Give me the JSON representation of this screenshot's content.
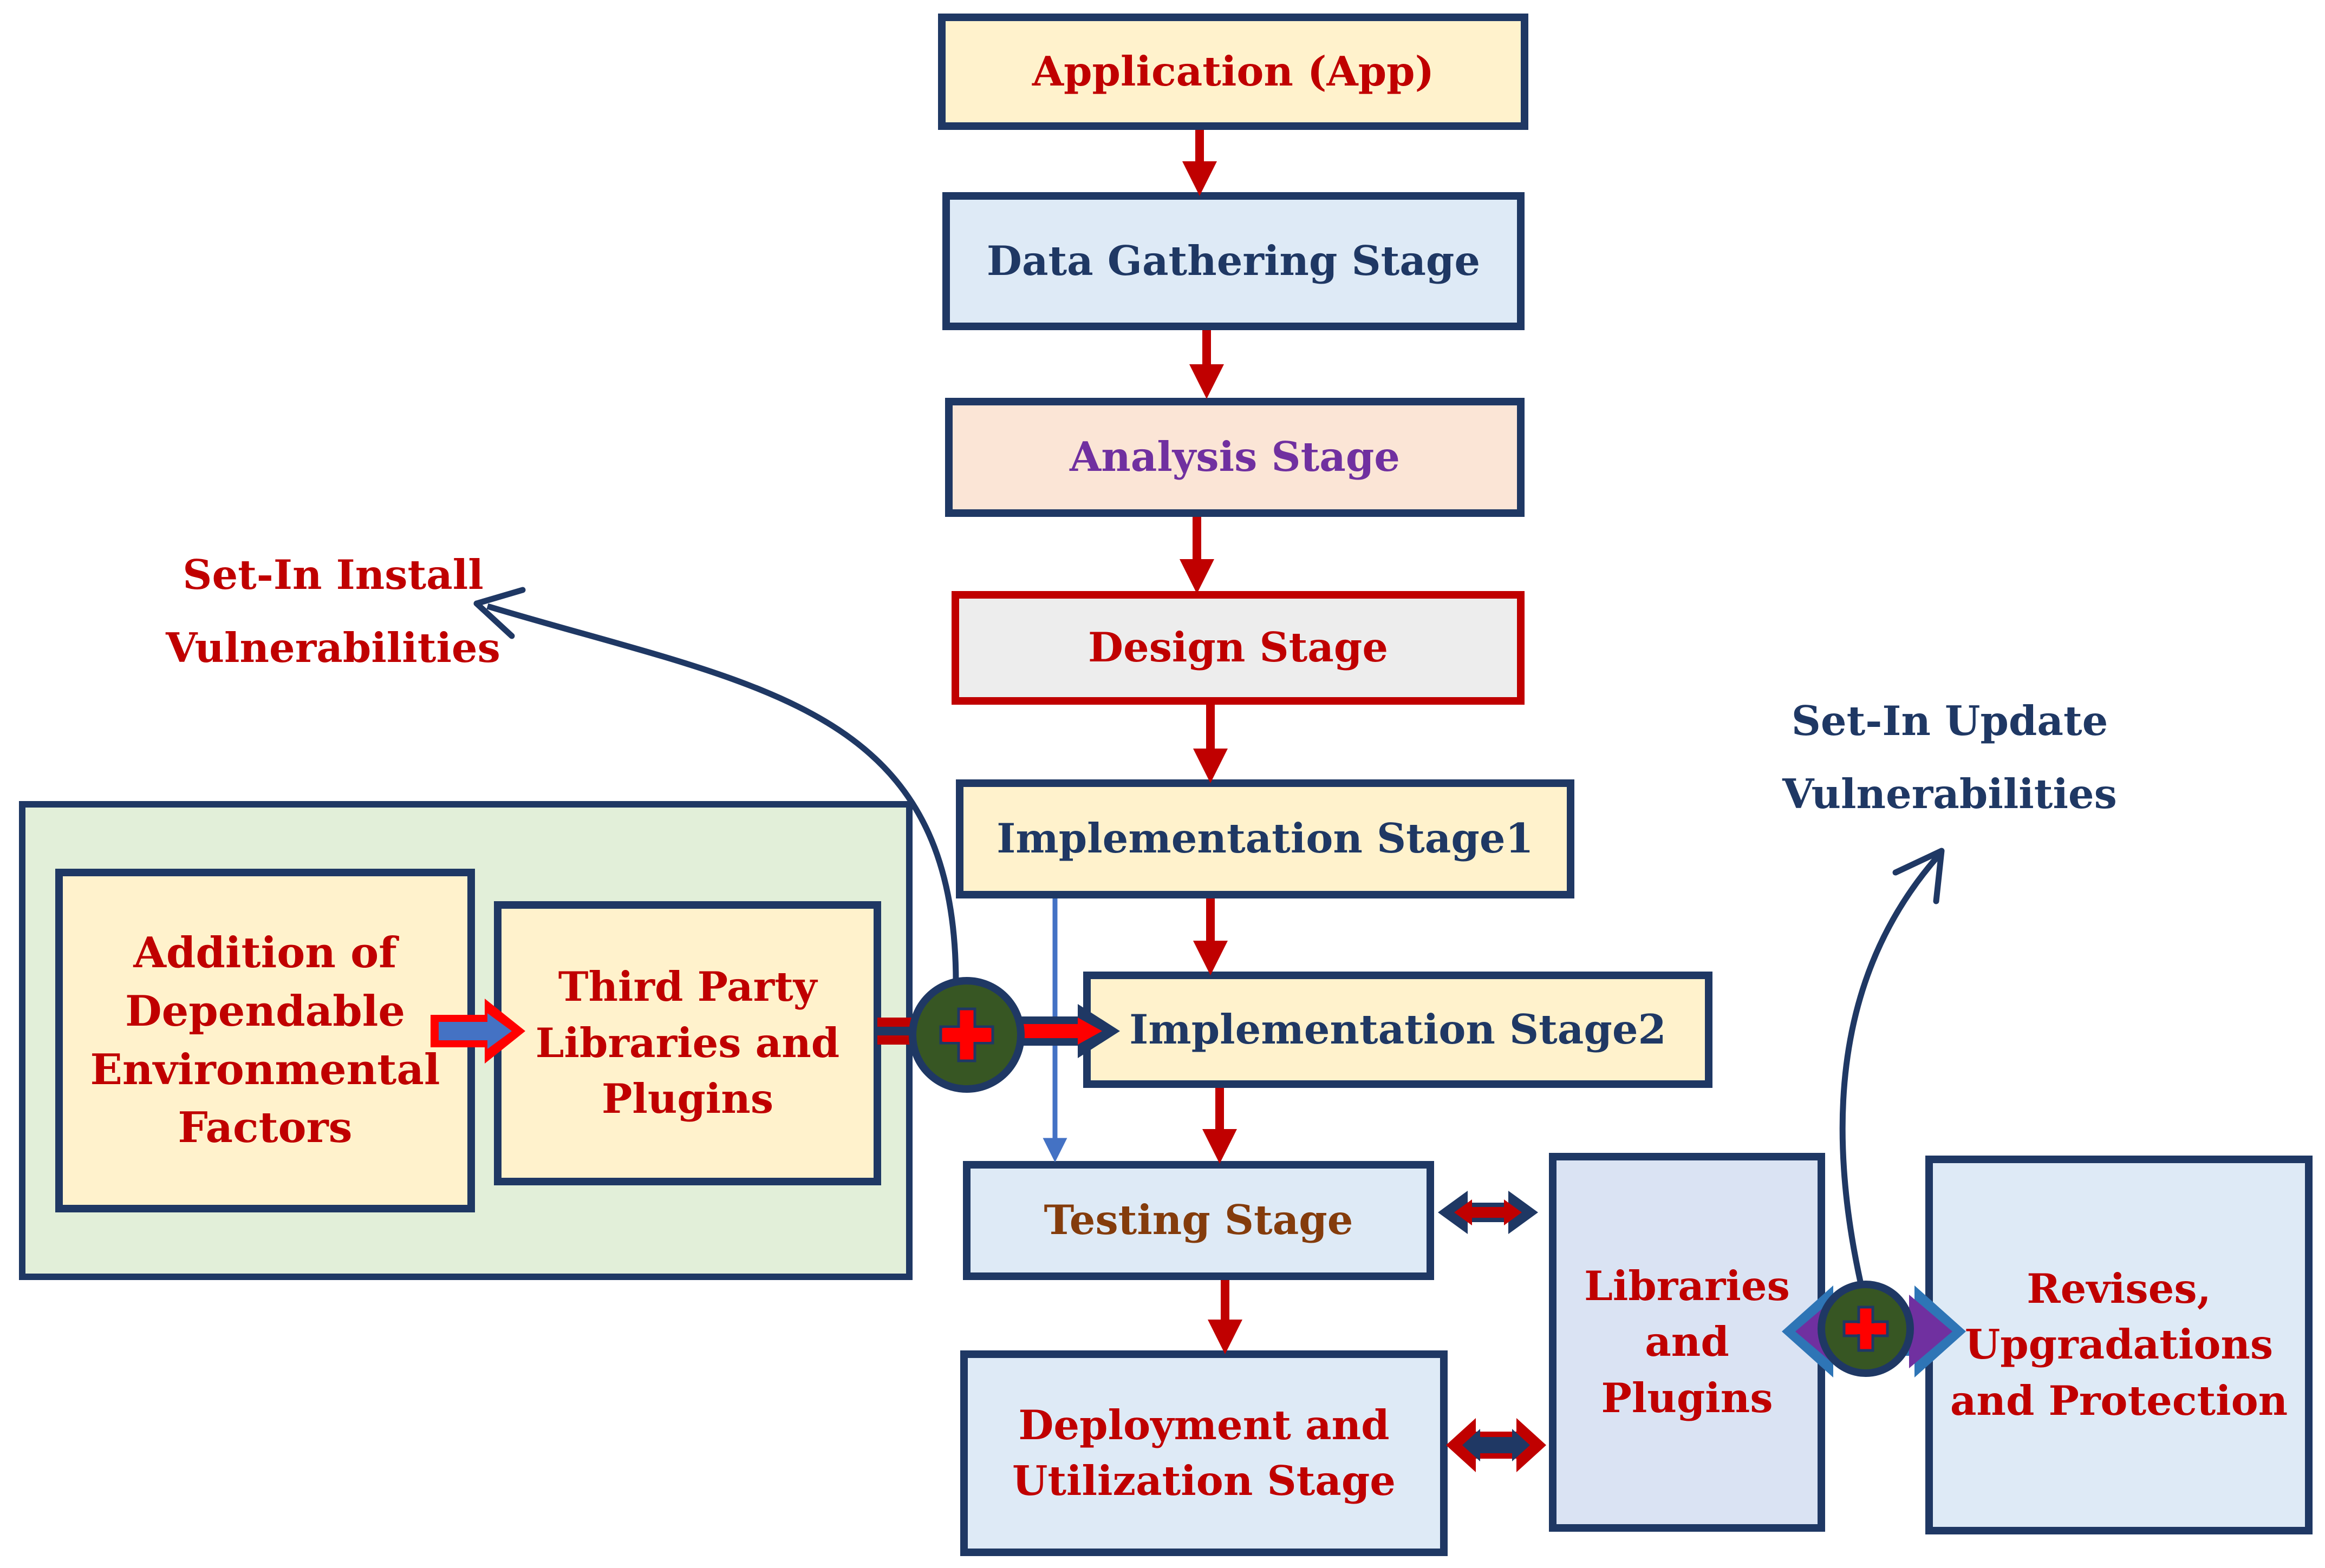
{
  "diagram": {
    "stages": {
      "app": "Application (App)",
      "data_gathering": "Data Gathering Stage",
      "analysis": "Analysis Stage",
      "design": "Design Stage",
      "impl1": "Implementation Stage1",
      "impl2": "Implementation  Stage2",
      "testing": "Testing Stage",
      "deployment": "Deployment and\nUtilization Stage"
    },
    "left_group": {
      "addition": "Addition of\nDependable\nEnvironmental\nFactors",
      "third_party": "Third Party\nLibraries and\nPlugins"
    },
    "right_group": {
      "libraries": "Libraries\nand\nPlugins",
      "revises": "Revises,\nUpgradations\nand Protection"
    },
    "annotations": {
      "install_vuln": "Set-In Install\nVulnerabilities",
      "update_vuln": "Set-In Update\nVulnerabilities"
    },
    "colors": {
      "border": "#1f3864",
      "flow_arrow": "#c00000",
      "curve_arrow": "#1f3864",
      "plus_circle": "#375623"
    }
  }
}
